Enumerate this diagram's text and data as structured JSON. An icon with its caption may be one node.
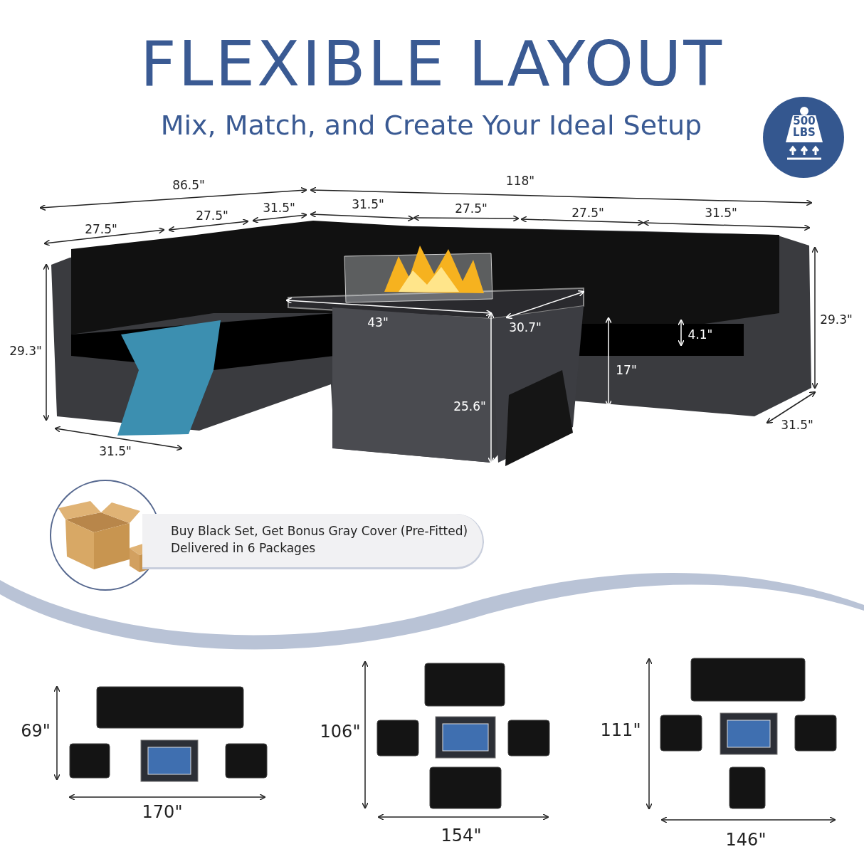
{
  "diagram": {
    "title": "FLEXIBLE LAYOUT",
    "nodes": [
      {
        "text": [
          "500 LBS"
        ]
      },
      {
        "text": [
          "Buy Black Set, Get Bonus Gray Cover (Pre-Fitted)",
          "Delivered in 6 Packages"
        ]
      }
    ],
    "edges": [],
    "labels": [
      "Mix, Match, and Create Your Ideal Setup",
      "86.5\"",
      "118\"",
      "27.5\"",
      "27.5\"",
      "31.5\"",
      "31.5\"",
      "27.5\"",
      "27.5\"",
      "31.5\"",
      "29.3\"",
      "43\"",
      "30.7\"",
      "4.1\"",
      "29.3\"",
      "17\"",
      "25.6\"",
      "31.5\"",
      "31.5\"",
      "69\"",
      "106\"",
      "111\"",
      "170\"",
      "154\"",
      "146\""
    ]
  }
}
